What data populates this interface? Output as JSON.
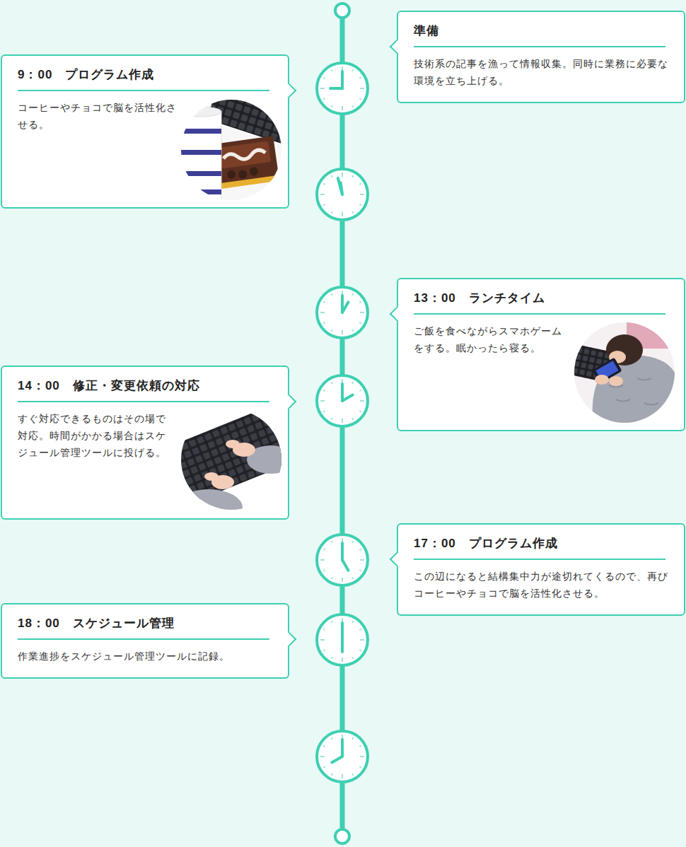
{
  "diagram": {
    "nodes": [
      {
        "text": [
          "準備",
          "技術系の記事を漁って情報収集。同時に業務に必要な環境を立ち上げる。"
        ]
      },
      {
        "text": [
          "9：00　プログラム作成",
          "コーヒーやチョコで脳を活性化させる。"
        ]
      },
      {
        "text": [
          "13：00　ランチタイム",
          "ご飯を食べながらスマホゲームをする。眠かったら寝る。"
        ]
      },
      {
        "text": [
          "14：00　修正・変更依頼の対応",
          "すぐ対応できるものはその場で対応。時間がかかる場合はスケジュール管理ツールに投げる。"
        ]
      },
      {
        "text": [
          "17：00　プログラム作成",
          "この辺になると結構集中力が途切れてくるので、再びコーヒーやチョコで脳を活性化させる。"
        ]
      },
      {
        "text": [
          "18：00　スケジュール管理",
          "作業進捗をスケジュール管理ツールに記録。"
        ]
      }
    ]
  }
}
